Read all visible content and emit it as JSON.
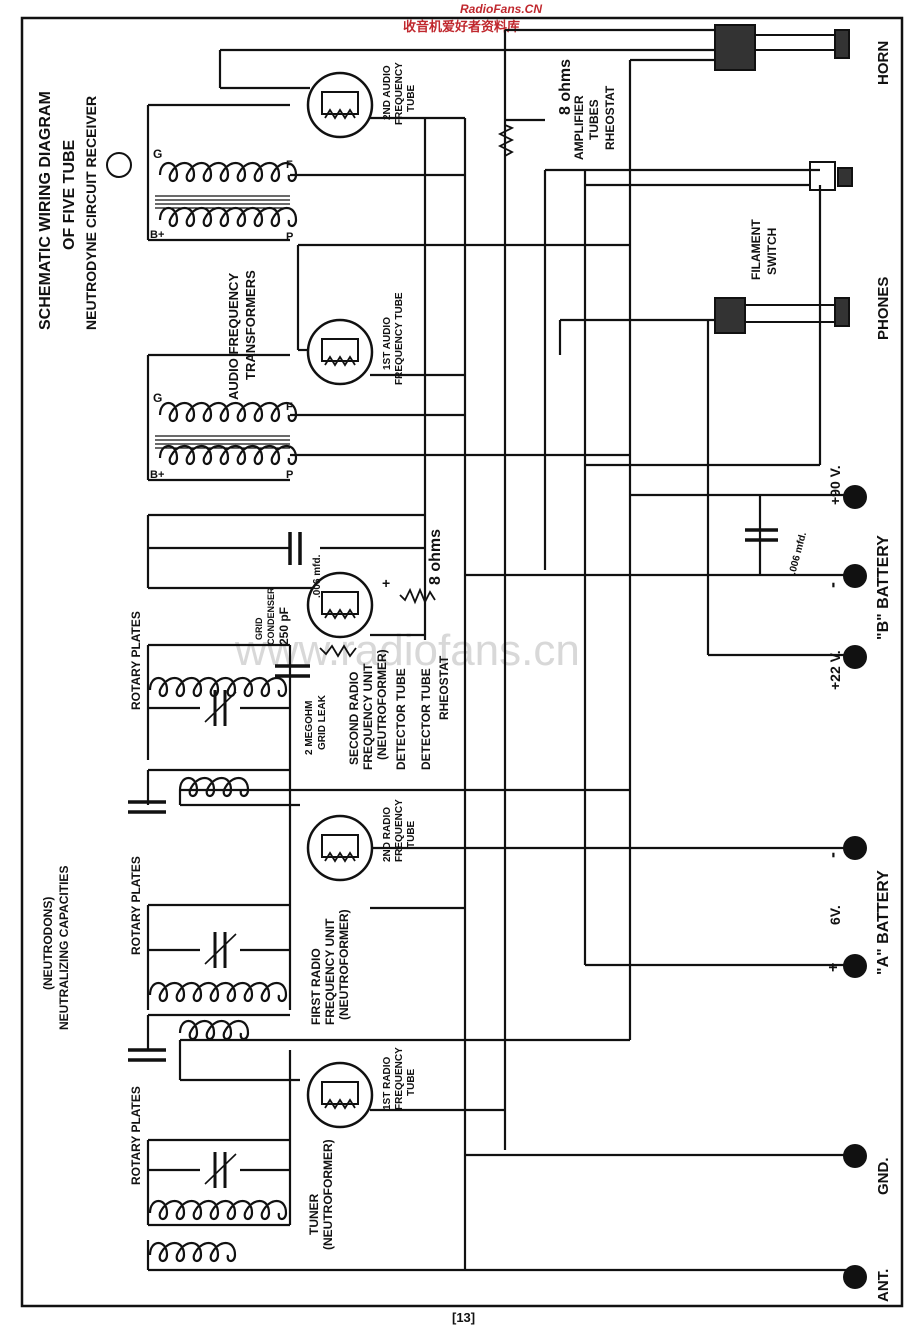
{
  "header": {
    "site_name": "RadioFans.CN",
    "site_tagline": "收音机爱好者资料库"
  },
  "watermark": "www.radiofans.cn",
  "diagram": {
    "title_lines": [
      "SCHEMATIC WIRING DIAGRAM",
      "OF FIVE TUBE",
      "NEUTRODYNE CIRCUIT RECEIVER"
    ],
    "terminals": {
      "horn": "HORN",
      "phones": "PHONES",
      "ant": "ANT.",
      "gnd": "GND.",
      "a_battery": "\"A\" BATTERY",
      "a_voltage": "6V.",
      "a_minus": "-",
      "a_plus": "+",
      "b_battery": "\"B\" BATTERY",
      "b_90": "+90 V.",
      "b_22": "+22 V.",
      "b_minus": "-"
    },
    "labels": {
      "amp_rheostat_ohms": "8 ohms",
      "amp_rheostat_lines": [
        "AMPLIFIER",
        "TUBES",
        "RHEOSTAT"
      ],
      "filament_switch": [
        "FILAMENT",
        "SWITCH"
      ],
      "audio_transformers": [
        "AUDIO FREQUENCY",
        "TRANSFORMERS"
      ],
      "second_audio_tube": [
        "2ND AUDIO",
        "FREQUENCY",
        "TUBE"
      ],
      "first_audio_tube": [
        "1ST AUDIO",
        "FREQUENCY TUBE"
      ],
      "det_cap": ".006 mfd.",
      "b_cap": ".006 mfd.",
      "det_rheostat_ohms": "8 ohms",
      "det_rheostat": [
        "DETECTOR TUBE",
        "RHEOSTAT"
      ],
      "detector_tube": "DETECTOR TUBE",
      "grid_condenser": [
        "GRID",
        "CONDENSER",
        "250 pF"
      ],
      "grid_leak": [
        "2 MEGOHM",
        "GRID LEAK"
      ],
      "second_rf_unit": [
        "SECOND RADIO",
        "FREQUENCY UNIT",
        "(NEUTROFORMER)"
      ],
      "second_rf_tube": [
        "2ND RADIO",
        "FREQUENCY",
        "TUBE"
      ],
      "first_rf_unit": [
        "FIRST RADIO",
        "FREQUENCY UNIT",
        "(NEUTROFORMER)"
      ],
      "first_rf_tube": [
        "1ST RADIO",
        "FREQUENCY",
        "TUBE"
      ],
      "tuner": [
        "TUNER",
        "(NEUTROFORMER)"
      ],
      "rotary_plates": "ROTARY PLATES",
      "neutralizing": [
        "(NEUTRODONS)",
        "NEUTRALIZING CAPACITIES"
      ],
      "coil_g": "G",
      "coil_f": "F",
      "coil_p": "P",
      "coil_b": "B+",
      "plus": "+"
    },
    "page_number": "[13]"
  }
}
